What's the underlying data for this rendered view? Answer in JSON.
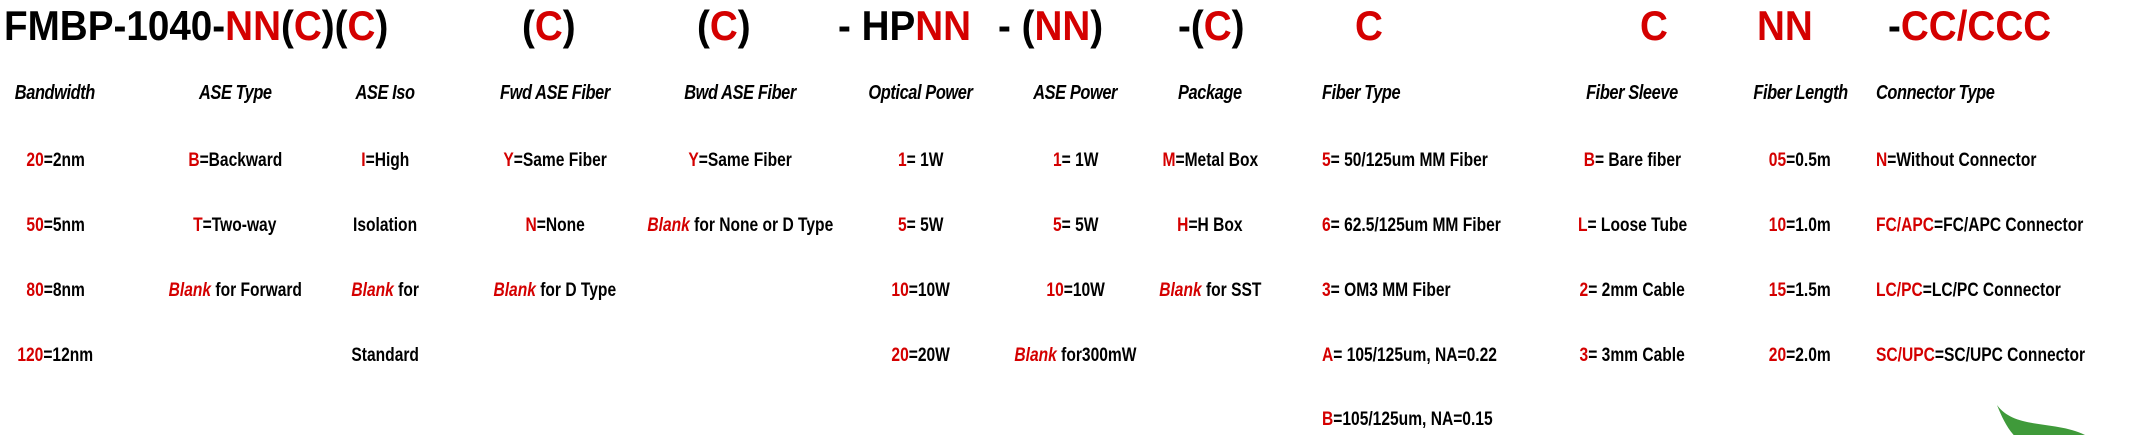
{
  "title": {
    "segments": [
      {
        "t": "FMBP-1040-",
        "c": "blk"
      },
      {
        "t": "NN",
        "c": "red"
      },
      {
        "t": "(",
        "c": "blk"
      },
      {
        "t": "C",
        "c": "red"
      },
      {
        "t": ")(",
        "c": "blk"
      },
      {
        "t": "C",
        "c": "red"
      },
      {
        "t": ")",
        "c": "blk"
      }
    ],
    "groups": [
      [
        {
          "t": "(",
          "c": "blk"
        },
        {
          "t": "C",
          "c": "red"
        },
        {
          "t": ")",
          "c": "blk"
        }
      ],
      [
        {
          "t": "(",
          "c": "blk"
        },
        {
          "t": "C",
          "c": "red"
        },
        {
          "t": ")",
          "c": "blk"
        }
      ],
      [
        {
          "t": "- HP",
          "c": "blk"
        },
        {
          "t": "NN",
          "c": "red"
        }
      ],
      [
        {
          "t": "- (",
          "c": "blk"
        },
        {
          "t": "NN",
          "c": "red"
        },
        {
          "t": ")",
          "c": "blk"
        }
      ],
      [
        {
          "t": "-(",
          "c": "blk"
        },
        {
          "t": "C",
          "c": "red"
        },
        {
          "t": ")",
          "c": "blk"
        }
      ],
      [
        {
          "t": "C",
          "c": "red"
        }
      ],
      [
        {
          "t": "C",
          "c": "red"
        }
      ],
      [
        {
          "t": "NN",
          "c": "red"
        }
      ],
      [
        {
          "t": "-",
          "c": "blk"
        },
        {
          "t": "CC/CCC",
          "c": "red"
        }
      ]
    ]
  },
  "columns": [
    {
      "header": "Bandwidth",
      "items": [
        {
          "k": "20",
          "v": "=2nm"
        },
        {
          "k": "50",
          "v": "=5nm"
        },
        {
          "k": "80",
          "v": "=8nm"
        },
        {
          "k": "120",
          "v": "=12nm"
        }
      ]
    },
    {
      "header": "ASE Type",
      "items": [
        {
          "k": "B",
          "v": "=Backward"
        },
        {
          "k": "T",
          "v": "=Two-way"
        },
        {
          "k": "Blank",
          "v": " for Forward",
          "blank": true
        }
      ]
    },
    {
      "header": "ASE Iso",
      "items": [
        {
          "k": "I",
          "v": "=High"
        },
        {
          "k": "",
          "v": "Isolation"
        },
        {
          "k": "Blank",
          "v": " for",
          "blank": true
        },
        {
          "k": "",
          "v": "Standard"
        }
      ]
    },
    {
      "header": "Fwd ASE Fiber",
      "items": [
        {
          "k": "Y",
          "v": "=Same Fiber"
        },
        {
          "k": "N",
          "v": "=None"
        },
        {
          "k": "Blank",
          "v": " for D Type",
          "blank": true
        }
      ]
    },
    {
      "header": "Bwd ASE Fiber",
      "items": [
        {
          "k": "Y",
          "v": "=Same Fiber"
        },
        {
          "k": "Blank",
          "v": " for None or D Type",
          "blank": true
        }
      ]
    },
    {
      "header": "Optical Power",
      "items": [
        {
          "k": "1",
          "v": "= 1W"
        },
        {
          "k": "5",
          "v": "= 5W"
        },
        {
          "k": "10",
          "v": "=10W"
        },
        {
          "k": "20",
          "v": "=20W"
        }
      ]
    },
    {
      "header": "ASE Power",
      "items": [
        {
          "k": "1",
          "v": "= 1W"
        },
        {
          "k": "5",
          "v": "= 5W"
        },
        {
          "k": "10",
          "v": "=10W"
        },
        {
          "k": "Blank",
          "v": " for300mW",
          "blank": true
        }
      ]
    },
    {
      "header": "Package",
      "items": [
        {
          "k": "M",
          "v": "=Metal Box"
        },
        {
          "k": "H",
          "v": "=H Box"
        },
        {
          "k": "Blank",
          "v": " for SST",
          "blank": true
        }
      ]
    },
    {
      "header": "Fiber Type",
      "items": [
        {
          "k": "5",
          "v": "= 50/125um MM Fiber"
        },
        {
          "k": "6",
          "v": "= 62.5/125um MM Fiber"
        },
        {
          "k": "3",
          "v": "= OM3 MM Fiber"
        },
        {
          "k": "A",
          "v": "= 105/125um, NA=0.22"
        },
        {
          "k": "B",
          "v": "=105/125um, NA=0.15"
        }
      ]
    },
    {
      "header": "Fiber Sleeve",
      "items": [
        {
          "k": "B",
          "v": "= Bare fiber"
        },
        {
          "k": "L",
          "v": "= Loose Tube"
        },
        {
          "k": "2",
          "v": "= 2mm Cable"
        },
        {
          "k": "3",
          "v": "= 3mm Cable"
        }
      ]
    },
    {
      "header": "Fiber Length",
      "items": [
        {
          "k": "05",
          "v": "=0.5m"
        },
        {
          "k": "10",
          "v": "=1.0m"
        },
        {
          "k": "15",
          "v": "=1.5m"
        },
        {
          "k": "20",
          "v": "=2.0m"
        }
      ]
    },
    {
      "header": "Connector Type",
      "items": [
        {
          "k": "N",
          "v": "=Without Connector"
        },
        {
          "k": "FC/APC",
          "v": "=FC/APC Connector"
        },
        {
          "k": "LC/PC",
          "v": "=LC/PC Connector"
        },
        {
          "k": "SC/UPC",
          "v": "=SC/UPC Connector"
        }
      ]
    }
  ],
  "colors": {
    "red": "#d40000",
    "black": "#000000",
    "leaf": "#3f9a3a"
  },
  "icons": {
    "logo": "green-leaf-icon"
  }
}
